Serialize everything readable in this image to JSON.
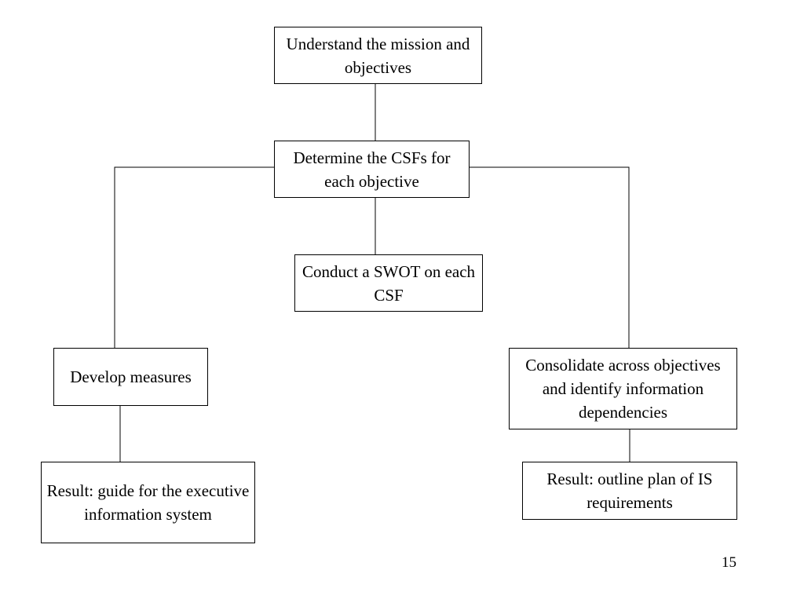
{
  "diagram": {
    "nodes": {
      "mission": "Understand the mission and objectives",
      "csfs": "Determine the CSFs for each objective",
      "swot": "Conduct a SWOT on each CSF",
      "measures": "Develop measures",
      "consolidate": "Consolidate across objectives and identify information dependencies",
      "result_eis": "Result: guide for the executive information system",
      "result_is": "Result: outline plan of IS requirements"
    },
    "edges": [
      [
        "mission",
        "csfs"
      ],
      [
        "csfs",
        "swot"
      ],
      [
        "csfs",
        "measures"
      ],
      [
        "csfs",
        "consolidate"
      ],
      [
        "measures",
        "result_eis"
      ],
      [
        "consolidate",
        "result_is"
      ]
    ]
  },
  "page_number": "15",
  "colors": {
    "line": "#000000",
    "background": "#ffffff"
  }
}
